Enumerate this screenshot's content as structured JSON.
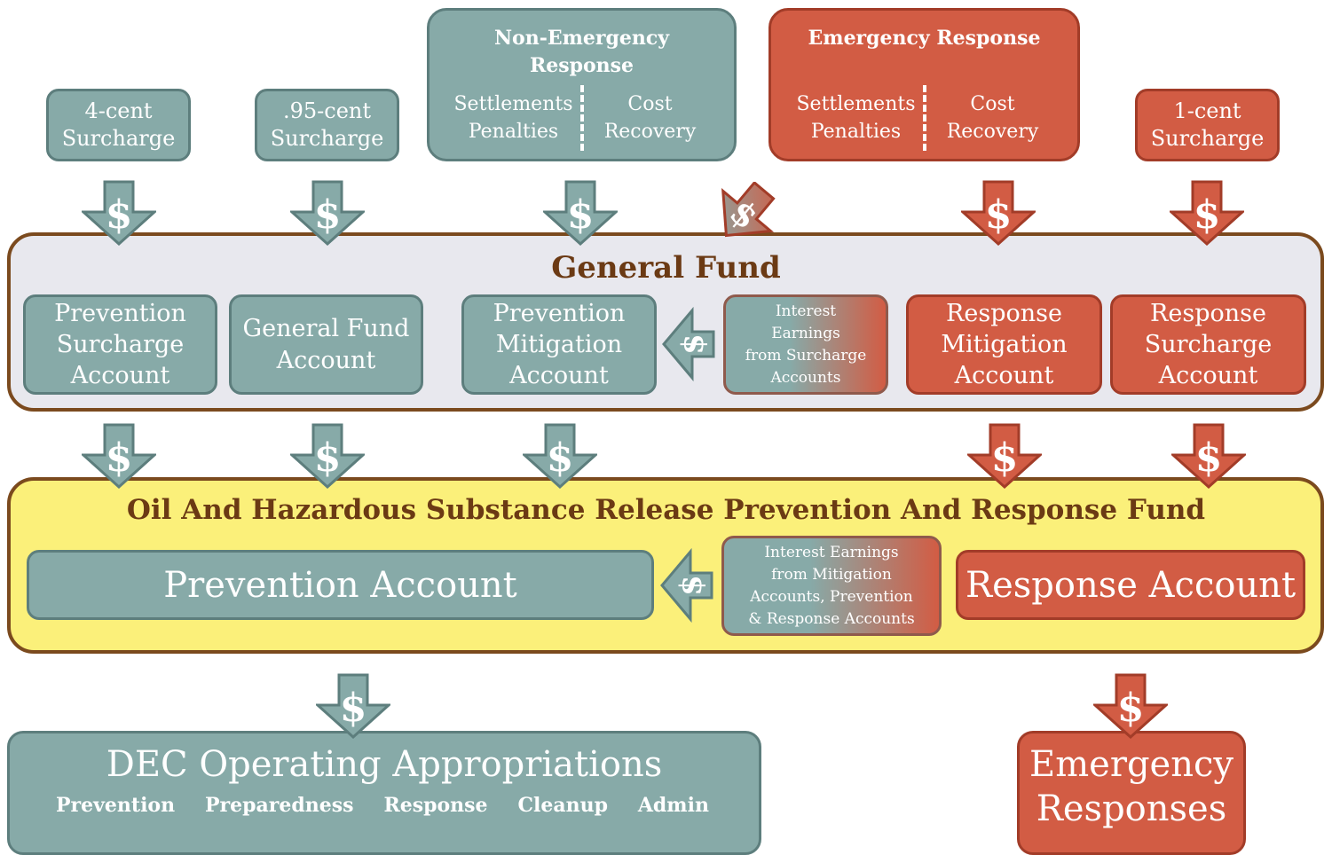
{
  "sources": {
    "four_cent": [
      "4-cent",
      "Surcharge"
    ],
    "ninety_five_cent": [
      ".95-cent",
      "Surcharge"
    ],
    "non_emergency": {
      "title": [
        "Non-Emergency",
        "Response"
      ],
      "left": [
        "Settlements",
        "Penalties"
      ],
      "right": [
        "Cost",
        "Recovery"
      ]
    },
    "emergency": {
      "title": "Emergency Response",
      "left": [
        "Settlements",
        "Penalties"
      ],
      "right": [
        "Cost",
        "Recovery"
      ]
    },
    "one_cent": [
      "1-cent",
      "Surcharge"
    ]
  },
  "general_fund": {
    "title": "General Fund",
    "prevention_surcharge": [
      "Prevention",
      "Surcharge",
      "Account"
    ],
    "general_fund_account": [
      "General Fund",
      "Account"
    ],
    "prevention_mitigation": [
      "Prevention",
      "Mitigation",
      "Account"
    ],
    "interest": [
      "Interest",
      "Earnings",
      "from Surcharge",
      "Accounts"
    ],
    "response_mitigation": [
      "Response",
      "Mitigation",
      "Account"
    ],
    "response_surcharge": [
      "Response",
      "Surcharge",
      "Account"
    ]
  },
  "ohsrprf": {
    "title": "Oil And Hazardous Substance Release Prevention And Response Fund",
    "prevention_account": "Prevention Account",
    "interest": [
      "Interest Earnings",
      "from Mitigation",
      "Accounts, Prevention",
      "& Response Accounts"
    ],
    "response_account": "Response Account"
  },
  "dec": {
    "title": "DEC Operating Appropriations",
    "items": [
      "Prevention",
      "Preparedness",
      "Response",
      "Cleanup",
      "Admin"
    ]
  },
  "emergency_responses": [
    "Emergency",
    "Responses"
  ],
  "dollar_symbol": "$",
  "colors": {
    "teal": "#87aaa8",
    "red": "#d25c44",
    "general_fund_bg": "#e8e8ee",
    "fund_bg": "#fbf07a",
    "border_brown": "#7b4a1e"
  }
}
